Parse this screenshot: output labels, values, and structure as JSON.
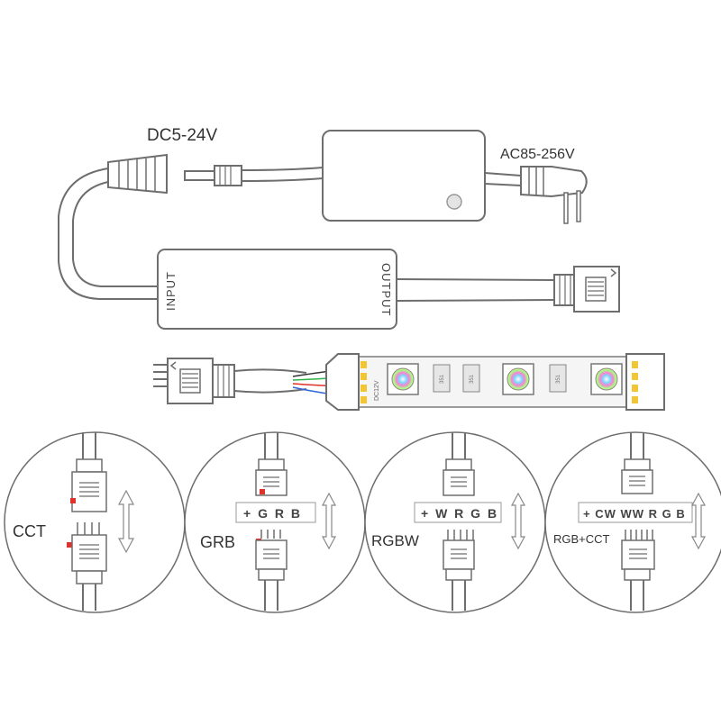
{
  "power": {
    "dc_label": "DC5-24V",
    "ac_label": "AC85-256V"
  },
  "controller": {
    "input_label": "INPUT",
    "output_label": "OUTPUT"
  },
  "strip": {
    "voltage_label": "DC12V",
    "chip_label": "351"
  },
  "modes": [
    {
      "name": "CCT",
      "pinout": ""
    },
    {
      "name": "GRB",
      "pinout": "+ G R B"
    },
    {
      "name": "RGBW",
      "pinout": "+ W R G B"
    },
    {
      "name": "RGB+CCT",
      "pinout": "+ CW WW R G B"
    }
  ],
  "colors": {
    "line": "#6e6e6e",
    "marker": "#e0312b",
    "led_pad": "#f1c533",
    "strip_fill": "#f5f5f5"
  }
}
